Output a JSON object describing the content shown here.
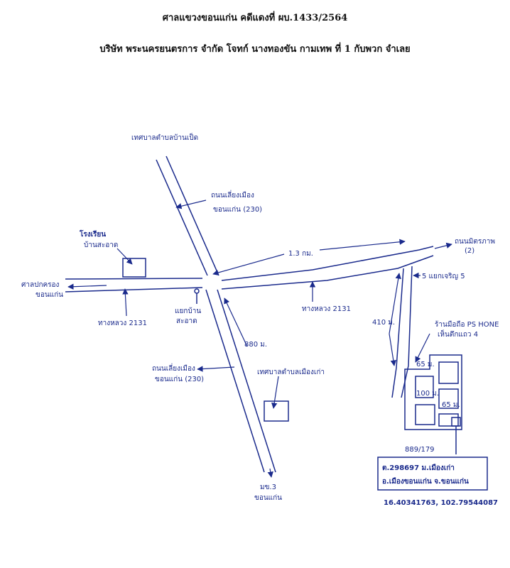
{
  "header": {
    "line1": "ศาลแขวงขอนแก่น คดีแดงที่ ผบ.1433/2564",
    "line2": "บริษัท พระนครยนตรการ จำกัด โจทก์ นางทองขัน กามเทพ ที่ 1 กับพวก จำเลย"
  },
  "labels": {
    "north_dest": "เทศบาลตำบลบ้านเป็ด",
    "north_road": "ถนนเลี่ยงเมือง",
    "north_road2": "ขอนแก่น (230)",
    "hospital": "โรงเรียน",
    "hospital2": "บ้านสะอาด",
    "west_dest": "ศาลปกครอง",
    "west_dest2": "ขอนแก่น",
    "road_2131_w": "ทางหลวง 2131",
    "marker": "แยกบ้าน",
    "marker2": "สะอาด",
    "dist_13km": "1.3 กม.",
    "east_road": "ถนนมิตรภาพ",
    "east_road2": "(2)",
    "road_2131_e": "ทางหลวง 2131",
    "junction_5": "5 แยกเจริญ 5",
    "dist_410m": "410 ม.",
    "shop": "ร้านมือถือ PS HONE",
    "shop2": "เห็นตึกแถว 4",
    "dist_65m_a": "65 ม.",
    "dist_65m_b": "65 ม.",
    "dist_100m": "100 ม.",
    "dist_880m": "880 ม.",
    "municipality": "เทศบาลตำบลเมืองเก่า",
    "south_road": "ถนนเลี่ยงเมือง",
    "south_road2": "ขอนแก่น (230)",
    "south_dest": "มข.3",
    "south_dest2": "ขอนแก่น",
    "house_no": "889/179",
    "address1": "ต.298697 ม.เมืองเก่า",
    "address2": "อ.เมืองขอนแก่น จ.ขอนแก่น",
    "coords": "16.40341763, 102.79544087"
  }
}
